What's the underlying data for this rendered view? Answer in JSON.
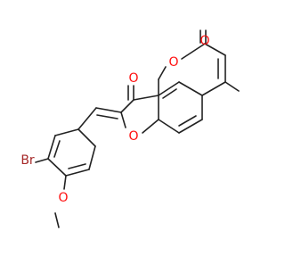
{
  "molecule": {
    "atom_labels": {
      "O_ketone": "O",
      "O_lactone_carbonyl": "O",
      "O_ring_pyran": "O",
      "O_ring_furan": "O",
      "Br": "Br",
      "O_methoxy": "O"
    }
  },
  "colors": {
    "bond": "#222222",
    "oxygen": "#ff0d0d",
    "bromine": "#a62929",
    "background": "#ffffff"
  }
}
